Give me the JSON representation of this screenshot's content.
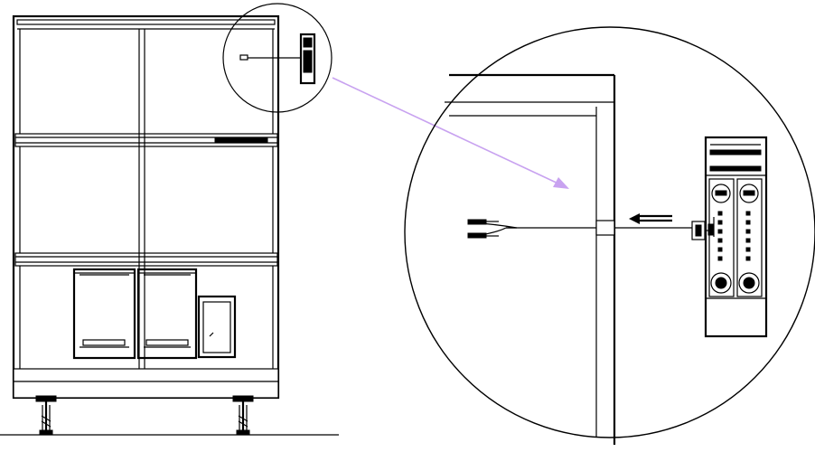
{
  "figure": {
    "callout_arrow_color": "#c8a2f0",
    "line_color": "#000000",
    "background": "#ffffff"
  },
  "cabinet": {
    "shelves": 3,
    "columns": 2,
    "drawers_bottom_shelf": 3,
    "feet": 2
  },
  "detail_view": {
    "wire_leads": 2,
    "control_module_panels": 2,
    "signal_arrows": 2
  }
}
